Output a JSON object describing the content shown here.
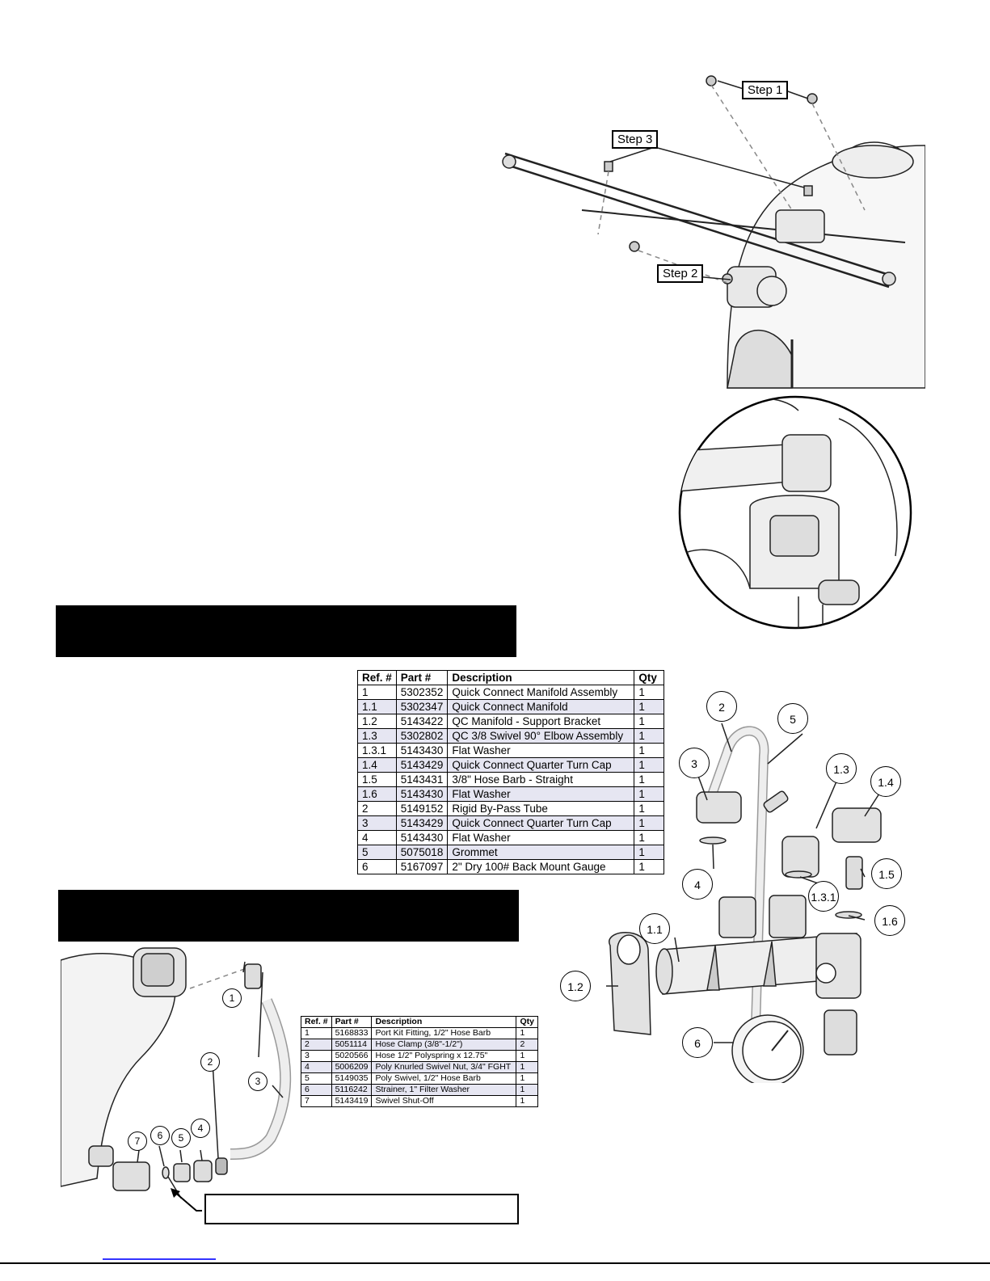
{
  "top_figure": {
    "callouts": {
      "step1": "Step 1",
      "step2": "Step 2",
      "step3": "Step 3"
    }
  },
  "manifold_table": {
    "headers": [
      "Ref. #",
      "Part #",
      "Description",
      "Qty"
    ],
    "rows": [
      [
        "1",
        "5302352",
        "Quick Connect Manifold Assembly",
        "1"
      ],
      [
        "1.1",
        "5302347",
        "Quick Connect Manifold",
        "1"
      ],
      [
        "1.2",
        "5143422",
        "QC Manifold - Support Bracket",
        "1"
      ],
      [
        "1.3",
        "5302802",
        "QC 3/8 Swivel 90° Elbow Assembly",
        "1"
      ],
      [
        "1.3.1",
        "5143430",
        "Flat Washer",
        "1"
      ],
      [
        "1.4",
        "5143429",
        "Quick Connect Quarter Turn Cap",
        "1"
      ],
      [
        "1.5",
        "5143431",
        "3/8\" Hose Barb - Straight",
        "1"
      ],
      [
        "1.6",
        "5143430",
        "Flat Washer",
        "1"
      ],
      [
        "2",
        "5149152",
        "Rigid By-Pass Tube",
        "1"
      ],
      [
        "3",
        "5143429",
        "Quick Connect Quarter Turn Cap",
        "1"
      ],
      [
        "4",
        "5143430",
        "Flat Washer",
        "1"
      ],
      [
        "5",
        "5075018",
        "Grommet",
        "1"
      ],
      [
        "6",
        "5167097",
        "2\" Dry 100# Back Mount Gauge",
        "1"
      ]
    ]
  },
  "manifold_labels": [
    "2",
    "5",
    "3",
    "1.3",
    "1.4",
    "4",
    "1.5",
    "1.3.1",
    "1.6",
    "1.1",
    "1.2",
    "6"
  ],
  "hose_table": {
    "headers": [
      "Ref. #",
      "Part #",
      "Description",
      "Qty"
    ],
    "rows": [
      [
        "1",
        "5168833",
        "Port Kit Fitting, 1/2\" Hose Barb",
        "1"
      ],
      [
        "2",
        "5051114",
        "Hose Clamp (3/8\"-1/2\")",
        "2"
      ],
      [
        "3",
        "5020566",
        "Hose 1/2\" Polyspring x 12.75\"",
        "1"
      ],
      [
        "4",
        "5006209",
        "Poly Knurled Swivel Nut, 3/4\" FGHT",
        "1"
      ],
      [
        "5",
        "5149035",
        "Poly Swivel, 1/2\" Hose Barb",
        "1"
      ],
      [
        "6",
        "5116242",
        "Strainer, 1\" Filter Washer",
        "1"
      ],
      [
        "7",
        "5143419",
        "Swivel Shut-Off",
        "1"
      ]
    ]
  },
  "hose_labels": [
    "1",
    "2",
    "3",
    "4",
    "5",
    "6",
    "7"
  ]
}
